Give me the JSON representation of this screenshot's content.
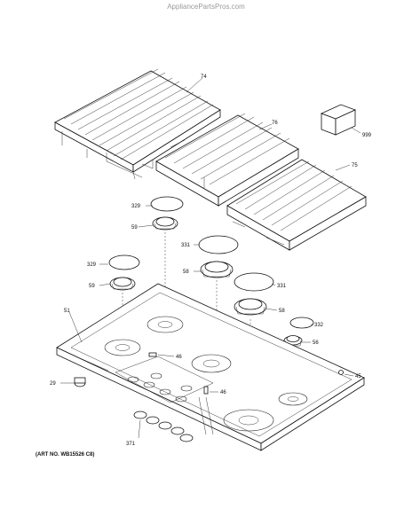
{
  "watermark": "AppliancePartsPros.com",
  "art_note": "(ART NO. WB15526 C8)",
  "labels": {
    "l74": "74",
    "l76": "76",
    "l75": "75",
    "l999": "999",
    "l329a": "329",
    "l59a": "59",
    "l331a": "331",
    "l58a": "58",
    "l331b": "331",
    "l329b": "329",
    "l59b": "59",
    "l58b": "58",
    "l332": "332",
    "l51": "51",
    "l56": "56",
    "l46a": "46",
    "l46b": "46",
    "l45": "45",
    "l29": "29",
    "l371": "371"
  }
}
